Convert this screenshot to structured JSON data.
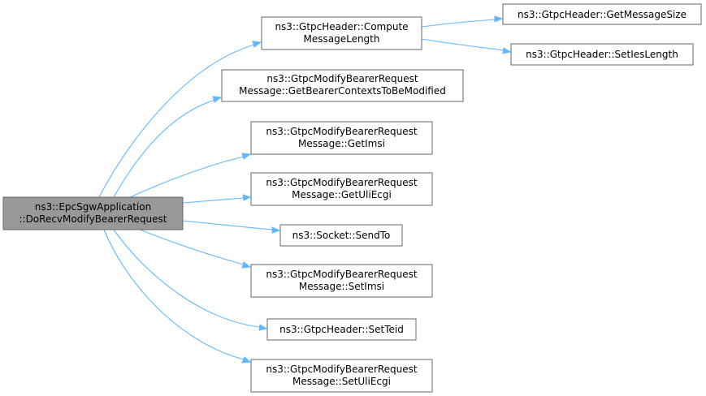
{
  "colors": {
    "edge": "#63b8ff",
    "root_fill": "#999999",
    "node_fill": "#ffffff",
    "node_border": "#666666"
  },
  "root": {
    "line1": "ns3::EpcSgwApplication",
    "line2": "::DoRecvModifyBearerRequest"
  },
  "callees": [
    {
      "line1": "ns3::GtpcHeader::Compute",
      "line2": "MessageLength"
    },
    {
      "line1": "ns3::GtpcModifyBearerRequest",
      "line2": "Message::GetBearerContextsToBeModified"
    },
    {
      "line1": "ns3::GtpcModifyBearerRequest",
      "line2": "Message::GetImsi"
    },
    {
      "line1": "ns3::GtpcModifyBearerRequest",
      "line2": "Message::GetUliEcgi"
    },
    {
      "line1": "ns3::Socket::SendTo"
    },
    {
      "line1": "ns3::GtpcModifyBearerRequest",
      "line2": "Message::SetImsi"
    },
    {
      "line1": "ns3::GtpcHeader::SetTeid"
    },
    {
      "line1": "ns3::GtpcModifyBearerRequest",
      "line2": "Message::SetUliEcgi"
    }
  ],
  "second_level": [
    {
      "line1": "ns3::GtpcHeader::GetMessageSize"
    },
    {
      "line1": "ns3::GtpcHeader::SetIesLength"
    }
  ]
}
